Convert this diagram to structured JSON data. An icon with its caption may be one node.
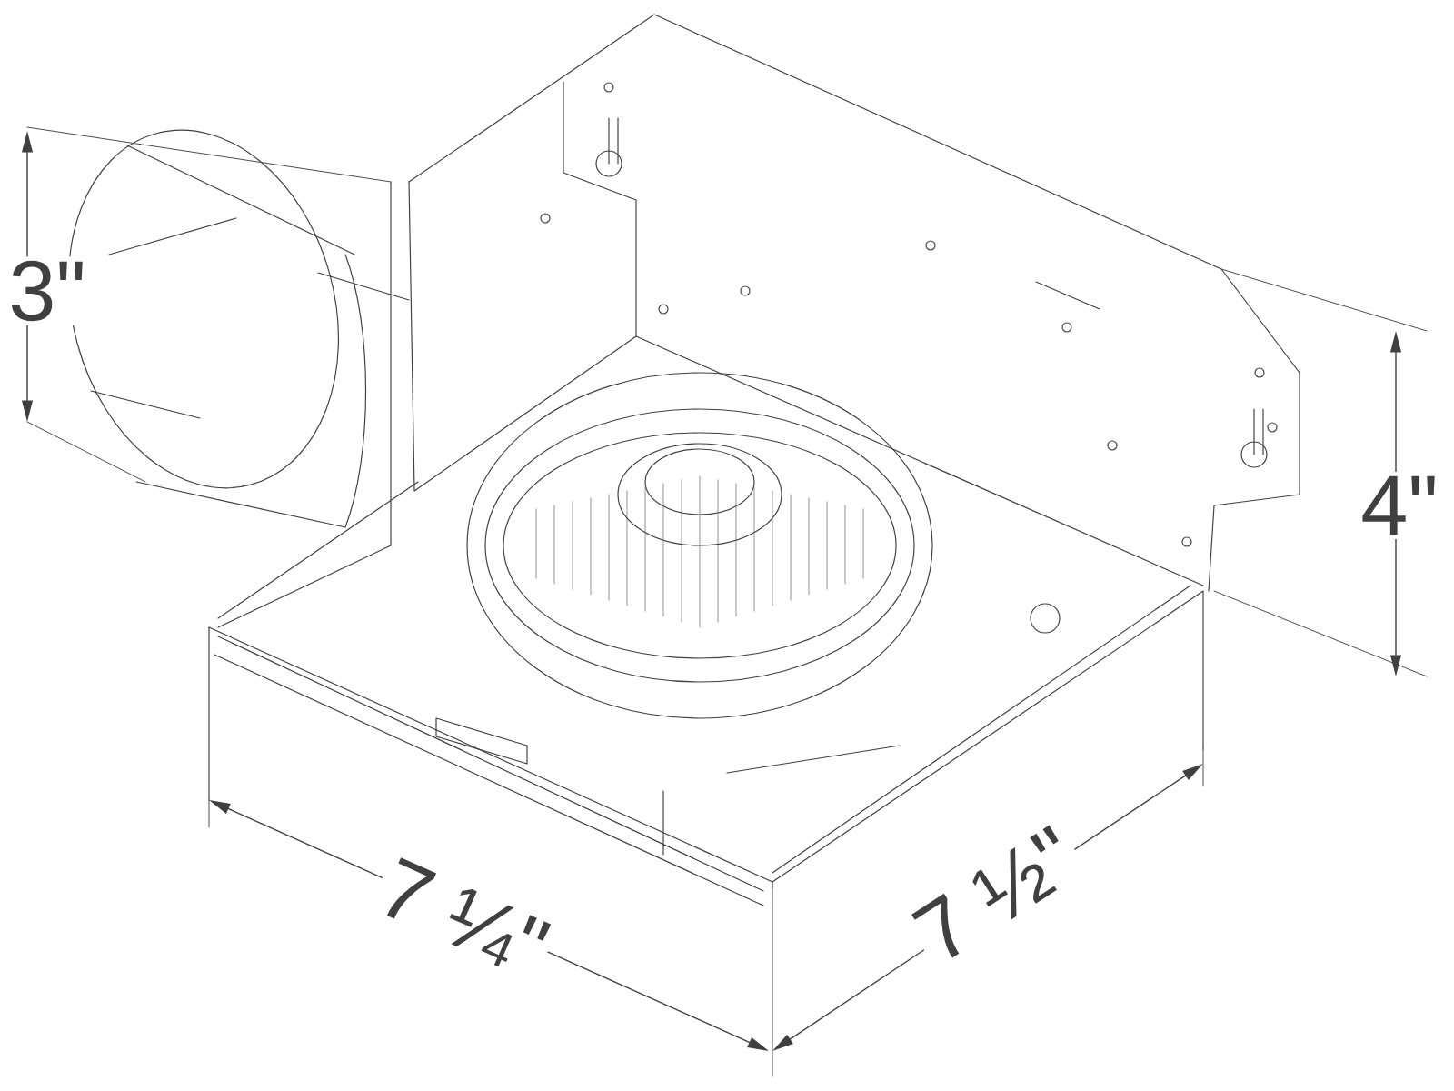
{
  "diagram": {
    "labels": [
      "3\"",
      "4\"",
      "7 ¼\"",
      "7 ½\""
    ]
  }
}
